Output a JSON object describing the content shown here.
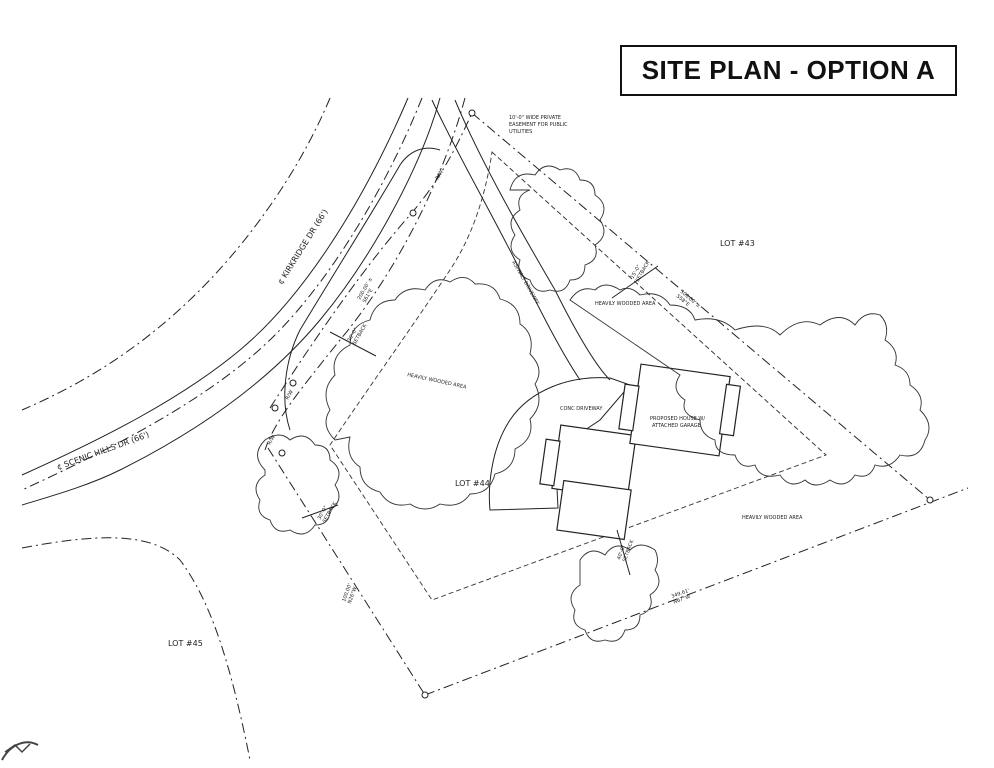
{
  "title": "SITE PLAN - OPTION A",
  "streets": {
    "kirkridge": "¢ KIRKRIDGE DR (66')",
    "scenic_hills": "¢ SCENIC HILLS DR (66')"
  },
  "lots": {
    "lot_44": "LOT #44",
    "lot_43_north": "LOT #43",
    "lot_45_southwest": "LOT #45"
  },
  "labels": {
    "easement": [
      "10'-0\" WIDE PRIVATE",
      "EASEMENT FOR PUBLIC",
      "UTILITIES"
    ],
    "asphalt_driveway": "ASPHALT DRIVEWAY",
    "conc_driveway": "CONC DRIVEWAY",
    "proposed_house": [
      "PROPOSED HOUSE W/",
      "ATTACHED GARAGE"
    ],
    "wooded_1": "HEAVILY WOODED AREA",
    "wooded_2": "HEAVILY WOODED AREA",
    "wooded_3": "HEAVILY WOODED AREA",
    "setback_front": [
      "30'-0\"",
      "SETBACK"
    ],
    "setback_side_ne": [
      "15'-0\"",
      "SETBACK"
    ],
    "setback_rear": [
      "40'-0\"",
      "SETBACK"
    ],
    "setback_sw": [
      "30'-0\"",
      "SETBACK"
    ],
    "row_small_1": "R/W",
    "row_small_2": "R/W",
    "row_small_3": "R/W",
    "dim_kirkridge": [
      "200.00' ±",
      "S61°E"
    ],
    "dim_northeast": [
      "300.00' ±",
      "S58°E"
    ],
    "dim_southeast": [
      "349.61'",
      "N67°W"
    ],
    "dim_southwest": [
      "100.00'",
      "N26°W"
    ]
  }
}
